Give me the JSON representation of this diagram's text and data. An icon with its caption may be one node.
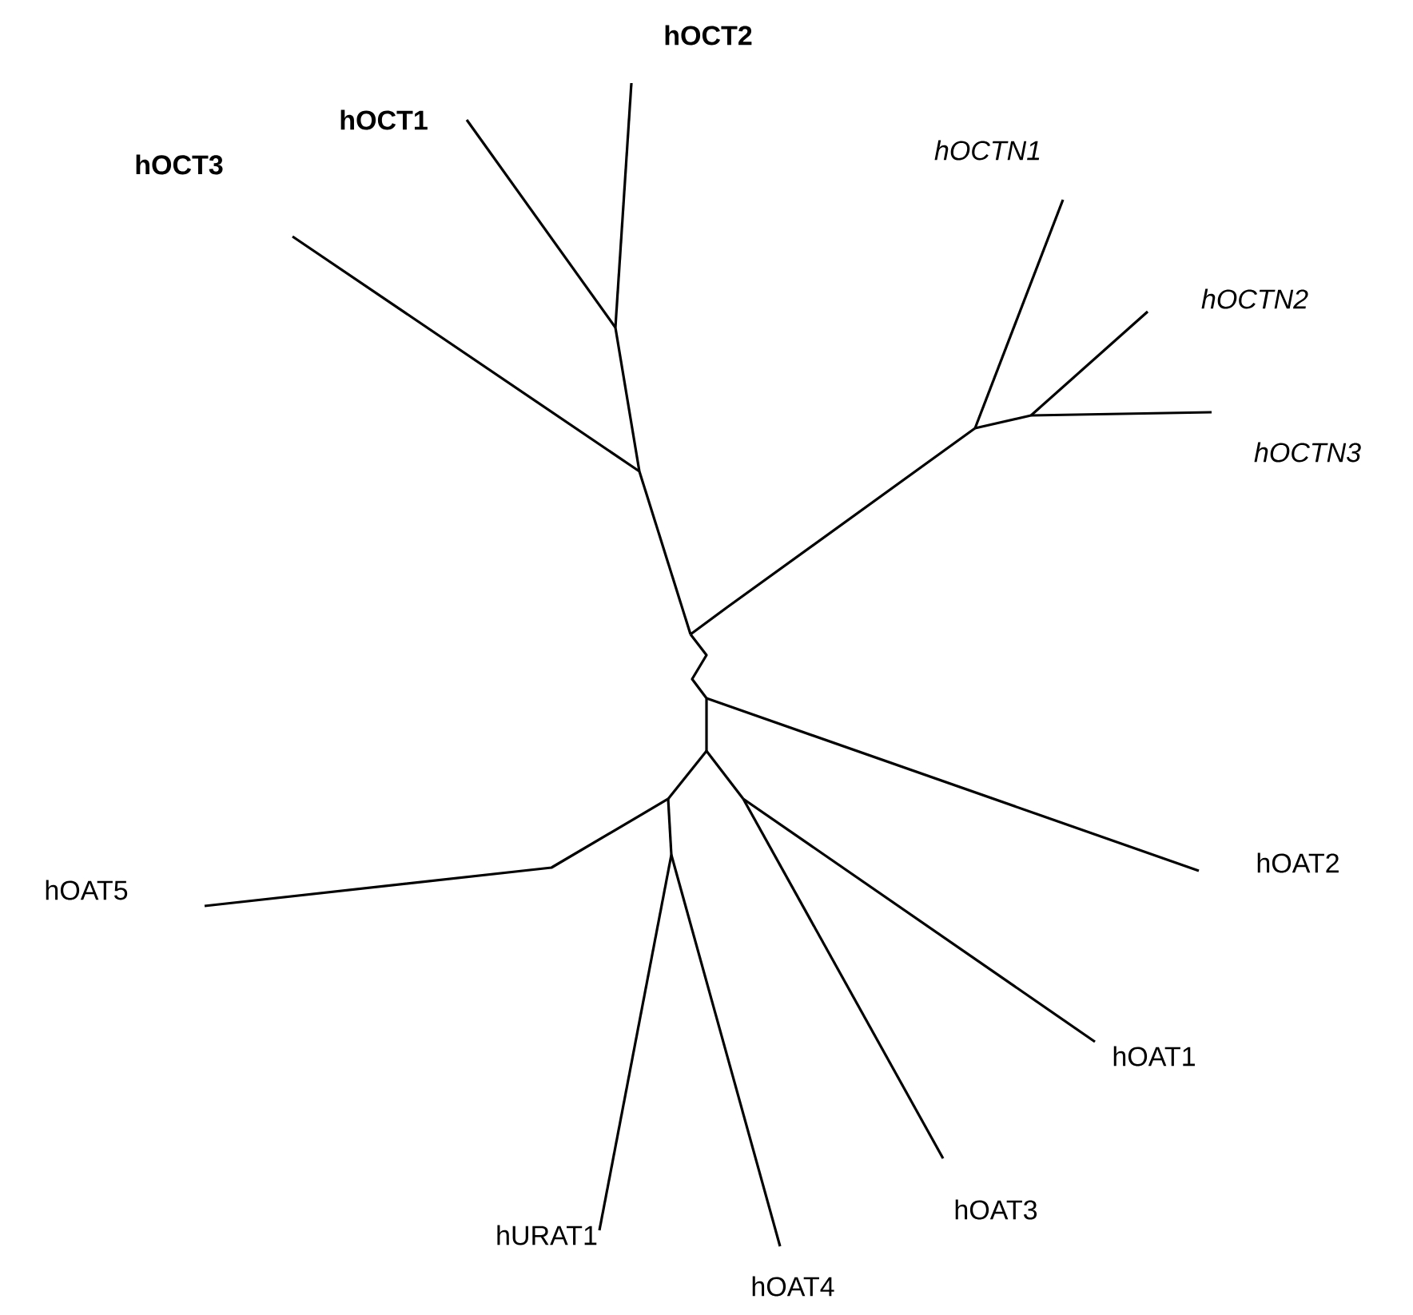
{
  "diagram": {
    "labels": [
      "hOCT2",
      "hOCT1",
      "hOCTN1",
      "hOCT3",
      "hOCTN2",
      "hOCTN3",
      "hOAT2",
      "hOAT5",
      "hOAT1",
      "hOAT3",
      "hURAT1",
      "hOAT4"
    ]
  }
}
